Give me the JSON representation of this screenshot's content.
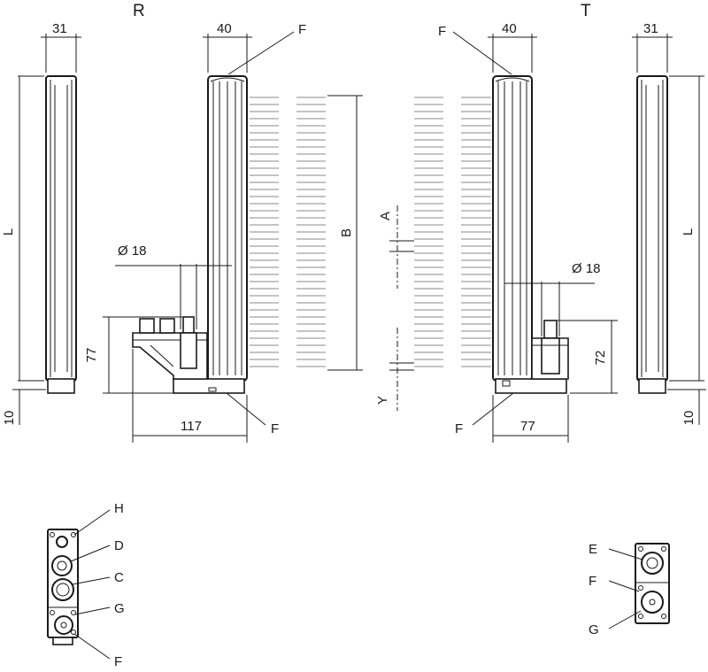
{
  "views": {
    "receiver_label": "R",
    "transmitter_label": "T"
  },
  "dimensions": {
    "left_width": "31",
    "receiver_width": "40",
    "transmitter_width": "40",
    "right_width": "31",
    "left_length": "L",
    "right_length": "L",
    "left_offset": "10",
    "right_offset": "10",
    "receiver_diameter": "Ø 18",
    "transmitter_diameter": "Ø 18",
    "receiver_height": "77",
    "transmitter_height": "72",
    "receiver_depth": "117",
    "transmitter_depth": "77",
    "beam_range": "B",
    "beam_pitch": "A",
    "beam_offset": "Y"
  },
  "callouts": {
    "f_top_receiver": "F",
    "f_top_transmitter": "F",
    "f_bottom_receiver": "F",
    "f_bottom_transmitter": "F",
    "h": "H",
    "d": "D",
    "c": "C",
    "g_left": "G",
    "f_bottom_left": "F",
    "e": "E",
    "f_bottom_right": "F",
    "g_right": "G"
  }
}
